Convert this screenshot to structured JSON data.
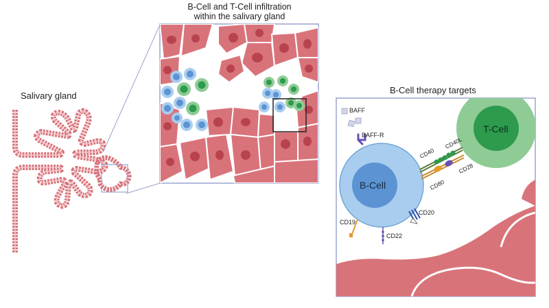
{
  "panels": {
    "gland_title": "Salivary gland",
    "infiltration_title_line1": "B-Cell and T-Cell infiltration",
    "infiltration_title_line2": "within the salivary gland",
    "therapy_title": "B-Cell therapy targets"
  },
  "cells": {
    "b_cell": "B-Cell",
    "t_cell": "T-Cell"
  },
  "markers": {
    "baff": "BAFF",
    "baff_r": "BAFF-R",
    "cd40": "CD40",
    "cd40l": "CD40L",
    "cd80": "CD80",
    "cd28": "CD28",
    "cd19": "CD19",
    "cd20": "CD20",
    "cd22": "CD22"
  },
  "colors": {
    "epithelial": "#d9737a",
    "epithelial_nucleus": "#b8434f",
    "b_cell_outer": "#a9cdee",
    "b_cell_inner": "#5b93d3",
    "t_cell_outer": "#8fcc95",
    "t_cell_inner": "#2d9a4e",
    "frame": "#9aa3cf"
  }
}
